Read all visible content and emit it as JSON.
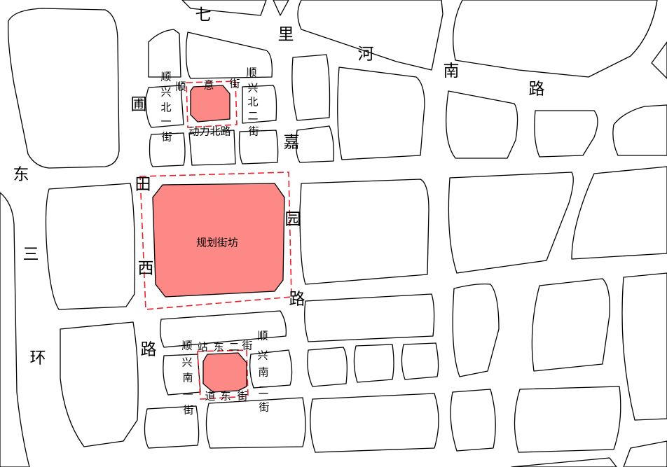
{
  "map": {
    "site_label": "规划街坊",
    "roads": {
      "qilihe_nan": "七里河南路",
      "jiayuan": "嘉园路",
      "putian_xi": "圃田西路",
      "dong_sanhuan": "东三环",
      "shunxing_bei_yi": "顺兴北一街",
      "shunyi": "顺意街",
      "shunxing_bei_er": "顺兴北二街",
      "dongli_bei": "动力北路",
      "shunxing_nan_yi": "顺兴南一街",
      "zhandong_er": "站东二街",
      "shunxing_nan_er": "顺兴南二街",
      "daodong": "道东街"
    },
    "colors": {
      "site_fill": "#fd8986",
      "boundary": "#e8202a"
    }
  }
}
